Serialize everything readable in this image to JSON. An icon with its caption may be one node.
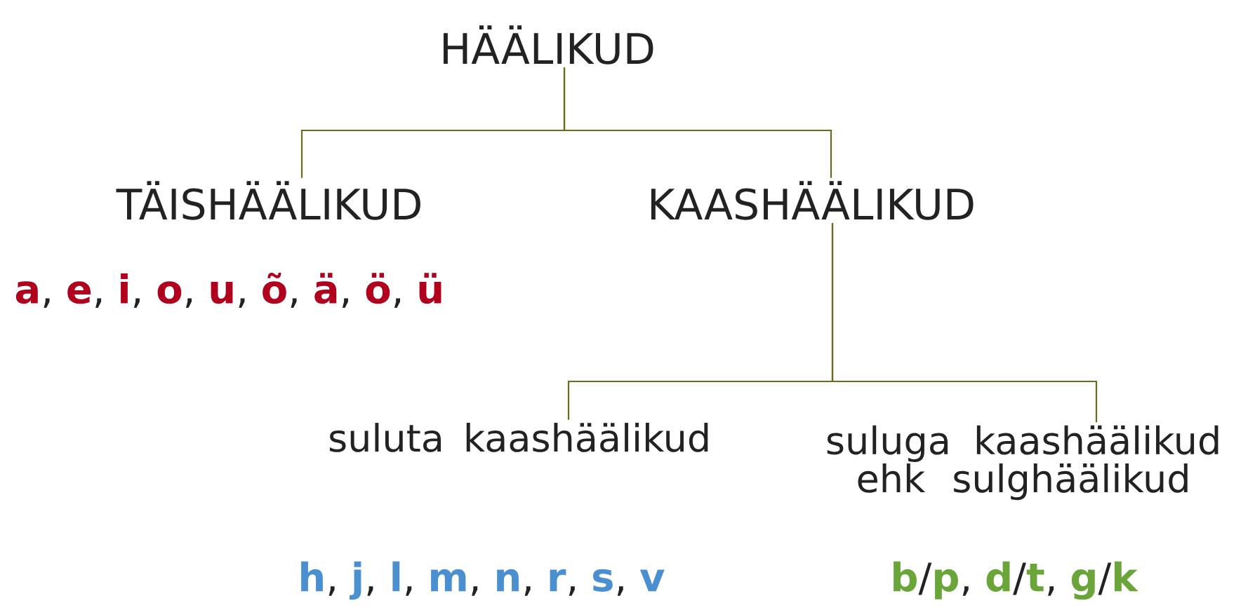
{
  "diagram": {
    "nodes": [
      {
        "text": [
          "HÄÄLIKUD"
        ]
      },
      {
        "text": [
          "TÄISHÄÄLIKUD"
        ]
      },
      {
        "text": [
          "KAASHÄÄLIKUD"
        ]
      },
      {
        "text": [
          "suluta kaashäälikud"
        ]
      },
      {
        "text": [
          "suluga kaashäälikud ehk sulghäälikud"
        ]
      }
    ],
    "edges": [
      {
        "from": 0,
        "to": 1,
        "arrow": "none"
      },
      {
        "from": 0,
        "to": 2,
        "arrow": "none"
      },
      {
        "from": 2,
        "to": 3,
        "arrow": "none"
      },
      {
        "from": 2,
        "to": 4,
        "arrow": "none"
      }
    ],
    "labels": [
      "a",
      ",",
      "e",
      ",",
      "i",
      ",",
      "o",
      ",",
      "u",
      ",",
      "õ",
      ",",
      "ä",
      ",",
      "ö",
      ",",
      "ü",
      "h",
      ",",
      "j",
      ",",
      "l",
      ",",
      "m",
      ",",
      "n",
      ",",
      "r",
      ",",
      "s",
      ",",
      "v",
      "b",
      "/",
      "p",
      ",",
      "d",
      "/",
      "t",
      ",",
      "g",
      "/",
      "k"
    ]
  }
}
